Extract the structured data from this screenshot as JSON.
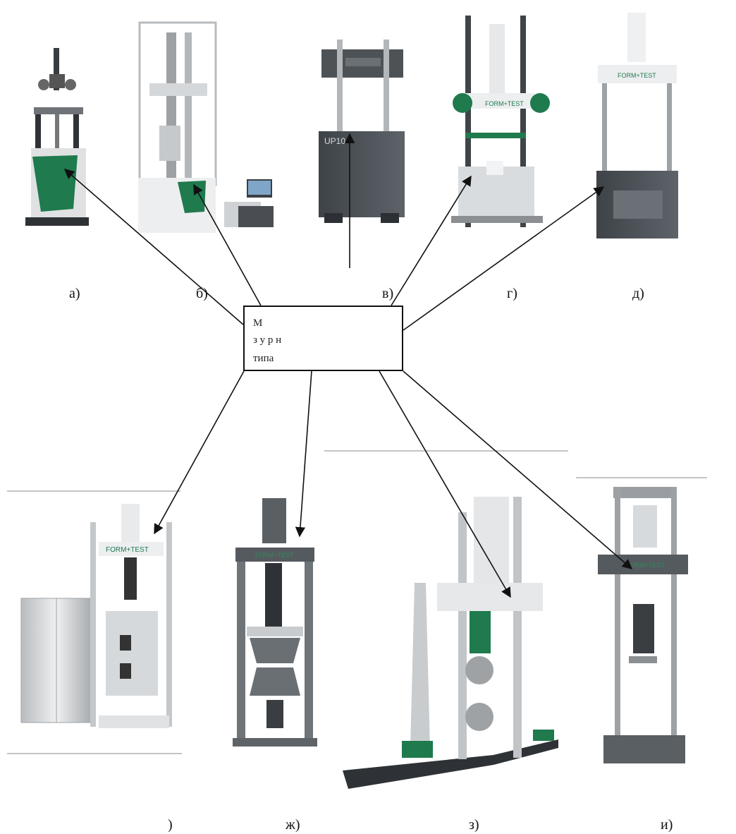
{
  "labels": {
    "a": "а)",
    "b": "б)",
    "v": "в)",
    "g": "г)",
    "d": "д)",
    "e": ")",
    "zh": "ж)",
    "z": "з)",
    "i": "и)"
  },
  "hub": {
    "line1": "М",
    "line2": "з у р       н",
    "line3": "типа"
  },
  "machine_texts": {
    "c_panel": "UP10",
    "form_test": "FORM+TEST"
  },
  "colors": {
    "accent_green": "#1f7a4d",
    "frame_grey": "#8c8f92",
    "dark_grey": "#4f5459",
    "light_grey": "#d9dcde",
    "line": "#111111"
  }
}
